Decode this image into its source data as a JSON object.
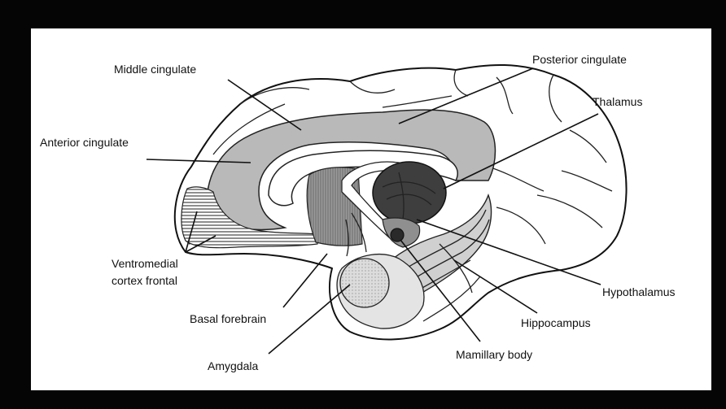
{
  "colors": {
    "frame": "#050505",
    "background": "#ffffff",
    "cingulate_shade": "#b9b9b9",
    "thalamus_shade": "#3e3e3e",
    "basal_forebrain_shade": "#8a8a8a",
    "amygdala_shade": "#d6d6d6",
    "outline": "#111111"
  },
  "labels": {
    "middle_cingulate": "Middle cingulate",
    "posterior_cingulate": "Posterior cingulate",
    "thalamus": "Thalamus",
    "anterior_cingulate": "Anterior cingulate",
    "ventromedial_line1": "Ventromedial",
    "ventromedial_line2": "cortex frontal",
    "basal_forebrain": "Basal forebrain",
    "amygdala": "Amygdala",
    "hypothalamus": "Hypothalamus",
    "hippocampus": "Hippocampus",
    "mamillary_body": "Mamillary body"
  }
}
